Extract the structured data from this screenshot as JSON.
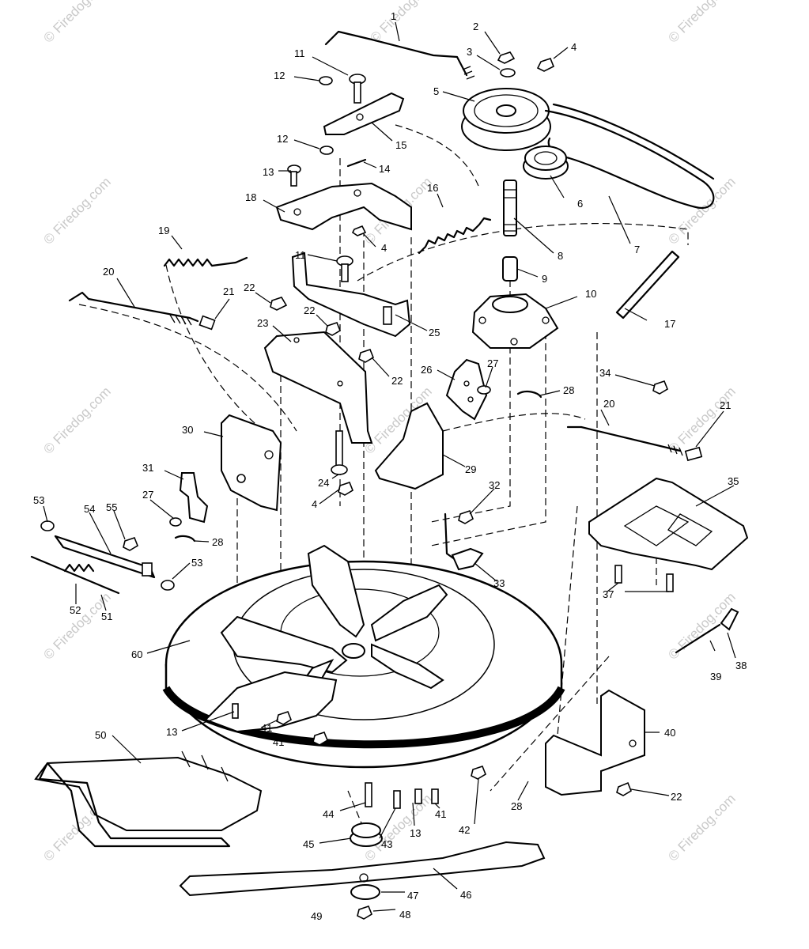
{
  "watermark": {
    "text": "© Firedog.com"
  },
  "diagram": {
    "part_numbers": [
      "1",
      "2",
      "3",
      "4",
      "4",
      "4",
      "5",
      "6",
      "7",
      "8",
      "9",
      "10",
      "11",
      "11",
      "12",
      "12",
      "13",
      "13",
      "13",
      "14",
      "15",
      "16",
      "17",
      "18",
      "19",
      "20",
      "20",
      "21",
      "21",
      "22",
      "22",
      "22",
      "22",
      "22",
      "23",
      "24",
      "25",
      "26",
      "27",
      "27",
      "28",
      "28",
      "28",
      "29",
      "30",
      "31",
      "32",
      "33",
      "34",
      "35",
      "37",
      "38",
      "39",
      "40",
      "41",
      "41",
      "41",
      "42",
      "43",
      "44",
      "45",
      "46",
      "47",
      "48",
      "49",
      "50",
      "51",
      "52",
      "53",
      "53",
      "54",
      "55",
      "60"
    ]
  }
}
